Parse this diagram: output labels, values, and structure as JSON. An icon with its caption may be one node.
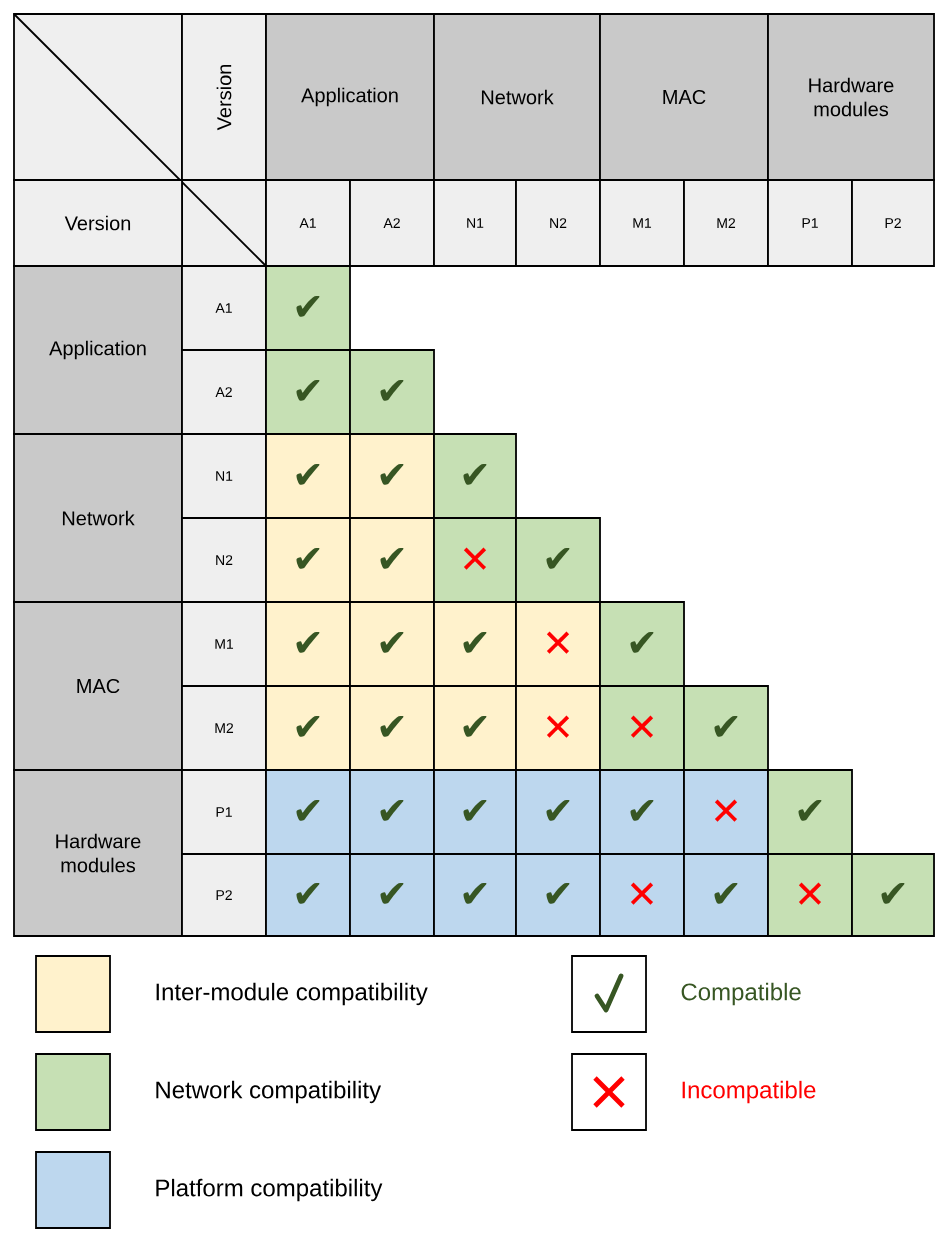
{
  "diagram": {
    "labels": [
      "Version",
      "Application",
      "Network",
      "MAC",
      "Hardware modules",
      "Version",
      "A1",
      "A2",
      "N1",
      "N2",
      "M1",
      "M2",
      "P1",
      "P2",
      "Application",
      "A1",
      "✔",
      "A2",
      "✔",
      "✔",
      "Network",
      "N1",
      "✔",
      "✔",
      "✔",
      "N2",
      "✔",
      "✔",
      "✕",
      "✔",
      "MAC",
      "M1",
      "✔",
      "✔",
      "✔",
      "✕",
      "✔",
      "M2",
      "✔",
      "✔",
      "✔",
      "✕",
      "✕",
      "✔",
      "Hardware modules",
      "P1",
      "✔",
      "✔",
      "✔",
      "✔",
      "✔",
      "✕",
      "✔",
      "P2",
      "✔",
      "✔",
      "✔",
      "✔",
      "✕",
      "✔",
      "✕",
      "✔"
    ],
    "legend": [
      {
        "text": "Inter-module compatibility",
        "color": "#fff2cc"
      },
      {
        "text": "Network compatibility",
        "color": "#c6e0b4"
      },
      {
        "text": "Platform compatibility",
        "color": "#bdd7ee"
      },
      {
        "text": "Compatible"
      },
      {
        "text": "Incompatible"
      }
    ]
  }
}
